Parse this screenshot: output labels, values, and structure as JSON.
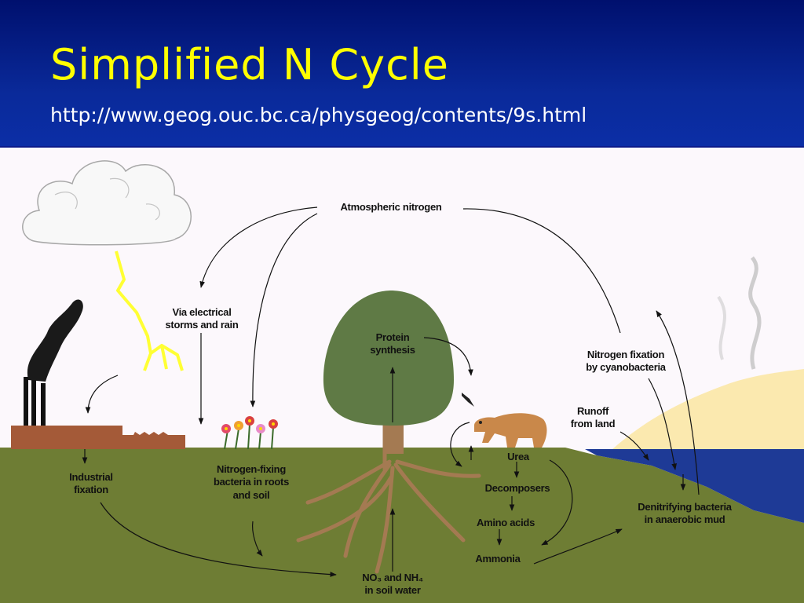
{
  "slide": {
    "title": "Simplified N Cycle",
    "url": "http://www.geog.ouc.bc.ca/physgeog/contents/9s.html"
  },
  "diagram": {
    "labels": {
      "atmospheric_nitrogen": "Atmospheric nitrogen",
      "electrical_storms": "Via electrical\nstorms and rain",
      "industrial_fixation": "Industrial\nfixation",
      "nitrogen_fixing_bacteria": "Nitrogen-fixing\nbacteria in roots\nand soil",
      "protein_synthesis": "Protein\nsynthesis",
      "no3_nh4": "NO₃ and NH₄\nin soil water",
      "urea": "Urea",
      "decomposers": "Decomposers",
      "amino_acids": "Amino acids",
      "ammonia": "Ammonia",
      "nitrogen_fixation_cyanobacteria": "Nitrogen fixation\nby cyanobacteria",
      "runoff": "Runoff\nfrom land",
      "denitrifying_bacteria": "Denitrifying bacteria\nin anaerobic mud"
    },
    "icons": [
      "cloud-icon",
      "lightning-icon",
      "factory-icon",
      "smoke-icon",
      "flowers-icon",
      "tree-icon",
      "bear-icon",
      "bird-icon",
      "volcano-icon",
      "sea-icon"
    ],
    "colors": {
      "ground": "#6e7d34",
      "sky": "#fcf8fc",
      "water": "#1e3a96",
      "lightning": "#ffff33",
      "tree_crown": "#5f7a45",
      "roots": "#a47a52",
      "header": "#0b2ea6",
      "title": "#ffff00"
    }
  }
}
